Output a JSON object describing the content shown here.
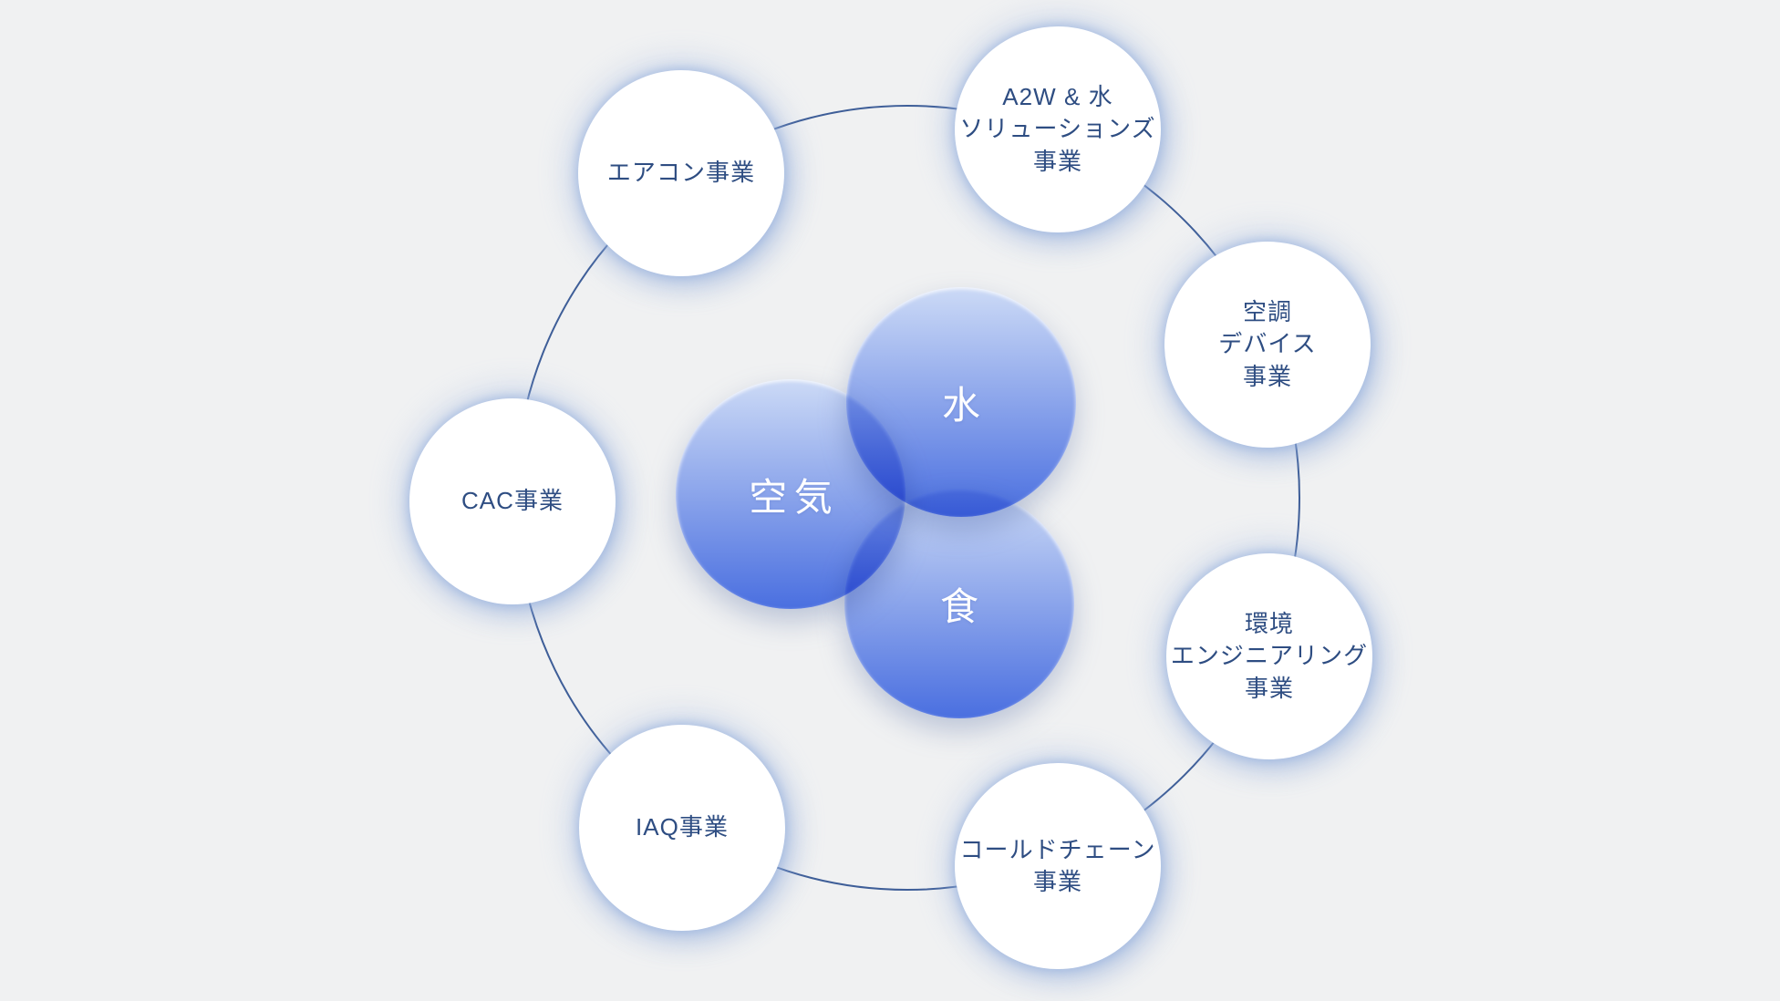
{
  "colors": {
    "background": "#f0f1f2",
    "ring": "#3e5e98",
    "business_circle_fill": "#ffffff",
    "business_label": "#2e4d82",
    "business_circle_glow": "#9db8e0",
    "core_gradient_top": "#ccdaf6",
    "core_gradient_bottom": "#4a6fe0",
    "core_overlap": "#4d6cd9",
    "core_label": "#ffffff"
  },
  "businesses": [
    {
      "label": "エアコン事業"
    },
    {
      "label": "A2W & 水\nソリューションズ\n事業"
    },
    {
      "label": "空調\nデバイス\n事業"
    },
    {
      "label": "環境\nエンジニアリング\n事業"
    },
    {
      "label": "コールドチェーン\n事業"
    },
    {
      "label": "IAQ事業"
    },
    {
      "label": "CAC事業"
    }
  ],
  "core_elements": [
    {
      "label": "水"
    },
    {
      "label": "空気"
    },
    {
      "label": "食"
    }
  ]
}
